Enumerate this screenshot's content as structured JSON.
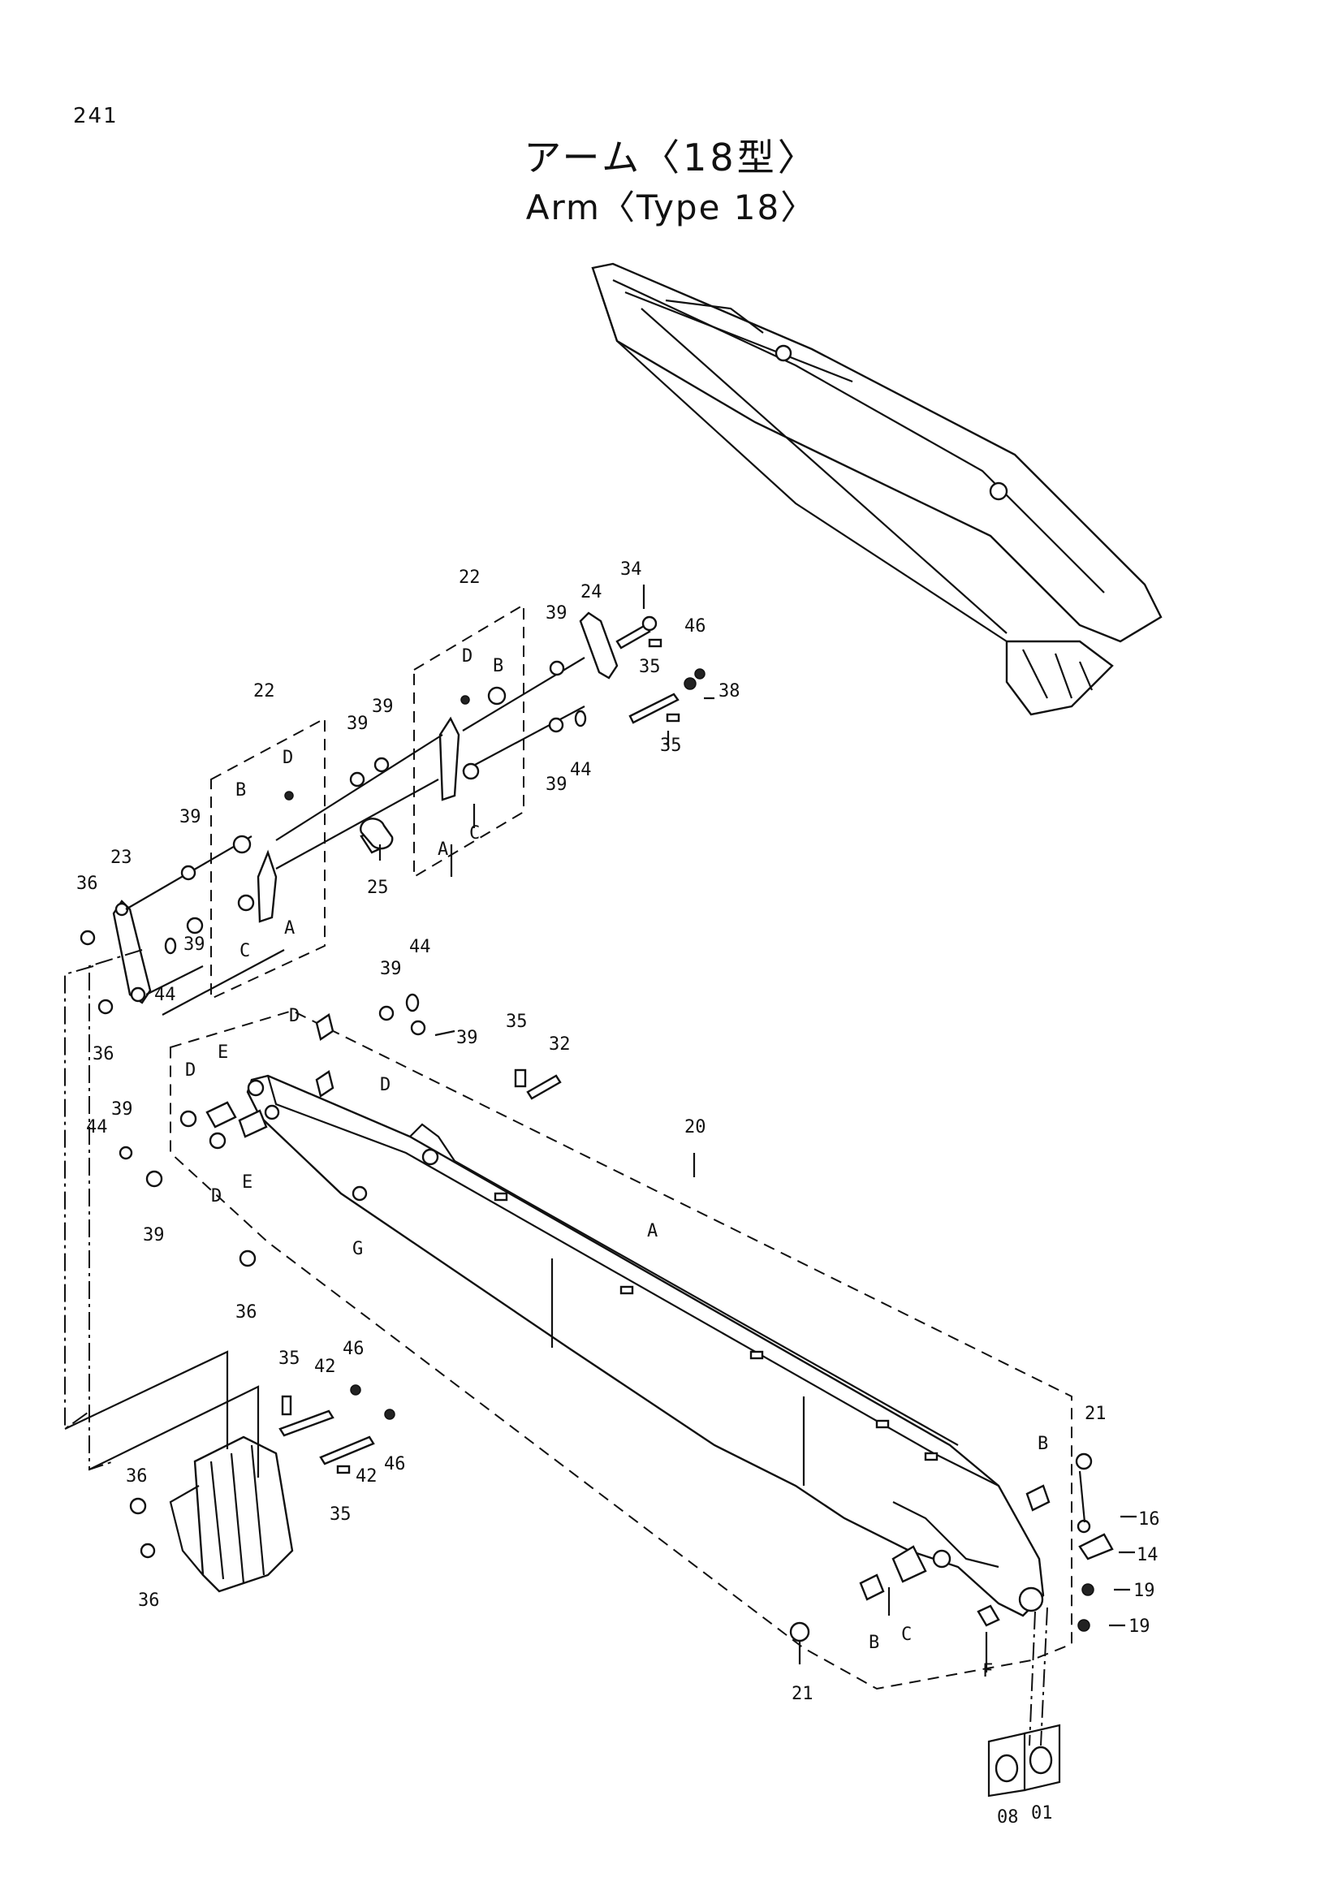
{
  "page_number": "241",
  "title_ja": "アーム〈18型〉",
  "title_en": "Arm〈Type 18〉",
  "callouts": {
    "c01": "01",
    "c08": "08",
    "c14": "14",
    "c16": "16",
    "c19a": "19",
    "c19b": "19",
    "c20": "20",
    "c21a": "21",
    "c21b": "21",
    "c22a": "22",
    "c22b": "22",
    "c23": "23",
    "c24": "24",
    "c25": "25",
    "c32": "32",
    "c34": "34",
    "c35a": "35",
    "c35b": "35",
    "c35c": "35",
    "c35d": "35",
    "c35e": "35",
    "c36a": "36",
    "c36b": "36",
    "c36c": "36",
    "c36d": "36",
    "c36e": "36",
    "c38": "38",
    "c39a": "39",
    "c39b": "39",
    "c39c": "39",
    "c39d": "39",
    "c39e": "39",
    "c39f": "39",
    "c39g": "39",
    "c39h": "39",
    "c39i": "39",
    "c39j": "39",
    "c42a": "42",
    "c42b": "42",
    "c44a": "44",
    "c44b": "44",
    "c44c": "44",
    "c44d": "44",
    "c46a": "46",
    "c46b": "46",
    "c46c": "46"
  },
  "letters": {
    "A_arm": "A",
    "A_link1": "A",
    "A_link2": "A",
    "B_l1": "B",
    "B_l2": "B",
    "B_r1": "B",
    "B_r2": "B",
    "C_l1": "C",
    "C_l2": "C",
    "C_r": "C",
    "D_l1": "D",
    "D_l2": "D",
    "D_t1": "D",
    "D_t2": "D",
    "D_t3": "D",
    "D_t4": "D",
    "E_1": "E",
    "E_2": "E",
    "F": "F",
    "G": "G"
  }
}
